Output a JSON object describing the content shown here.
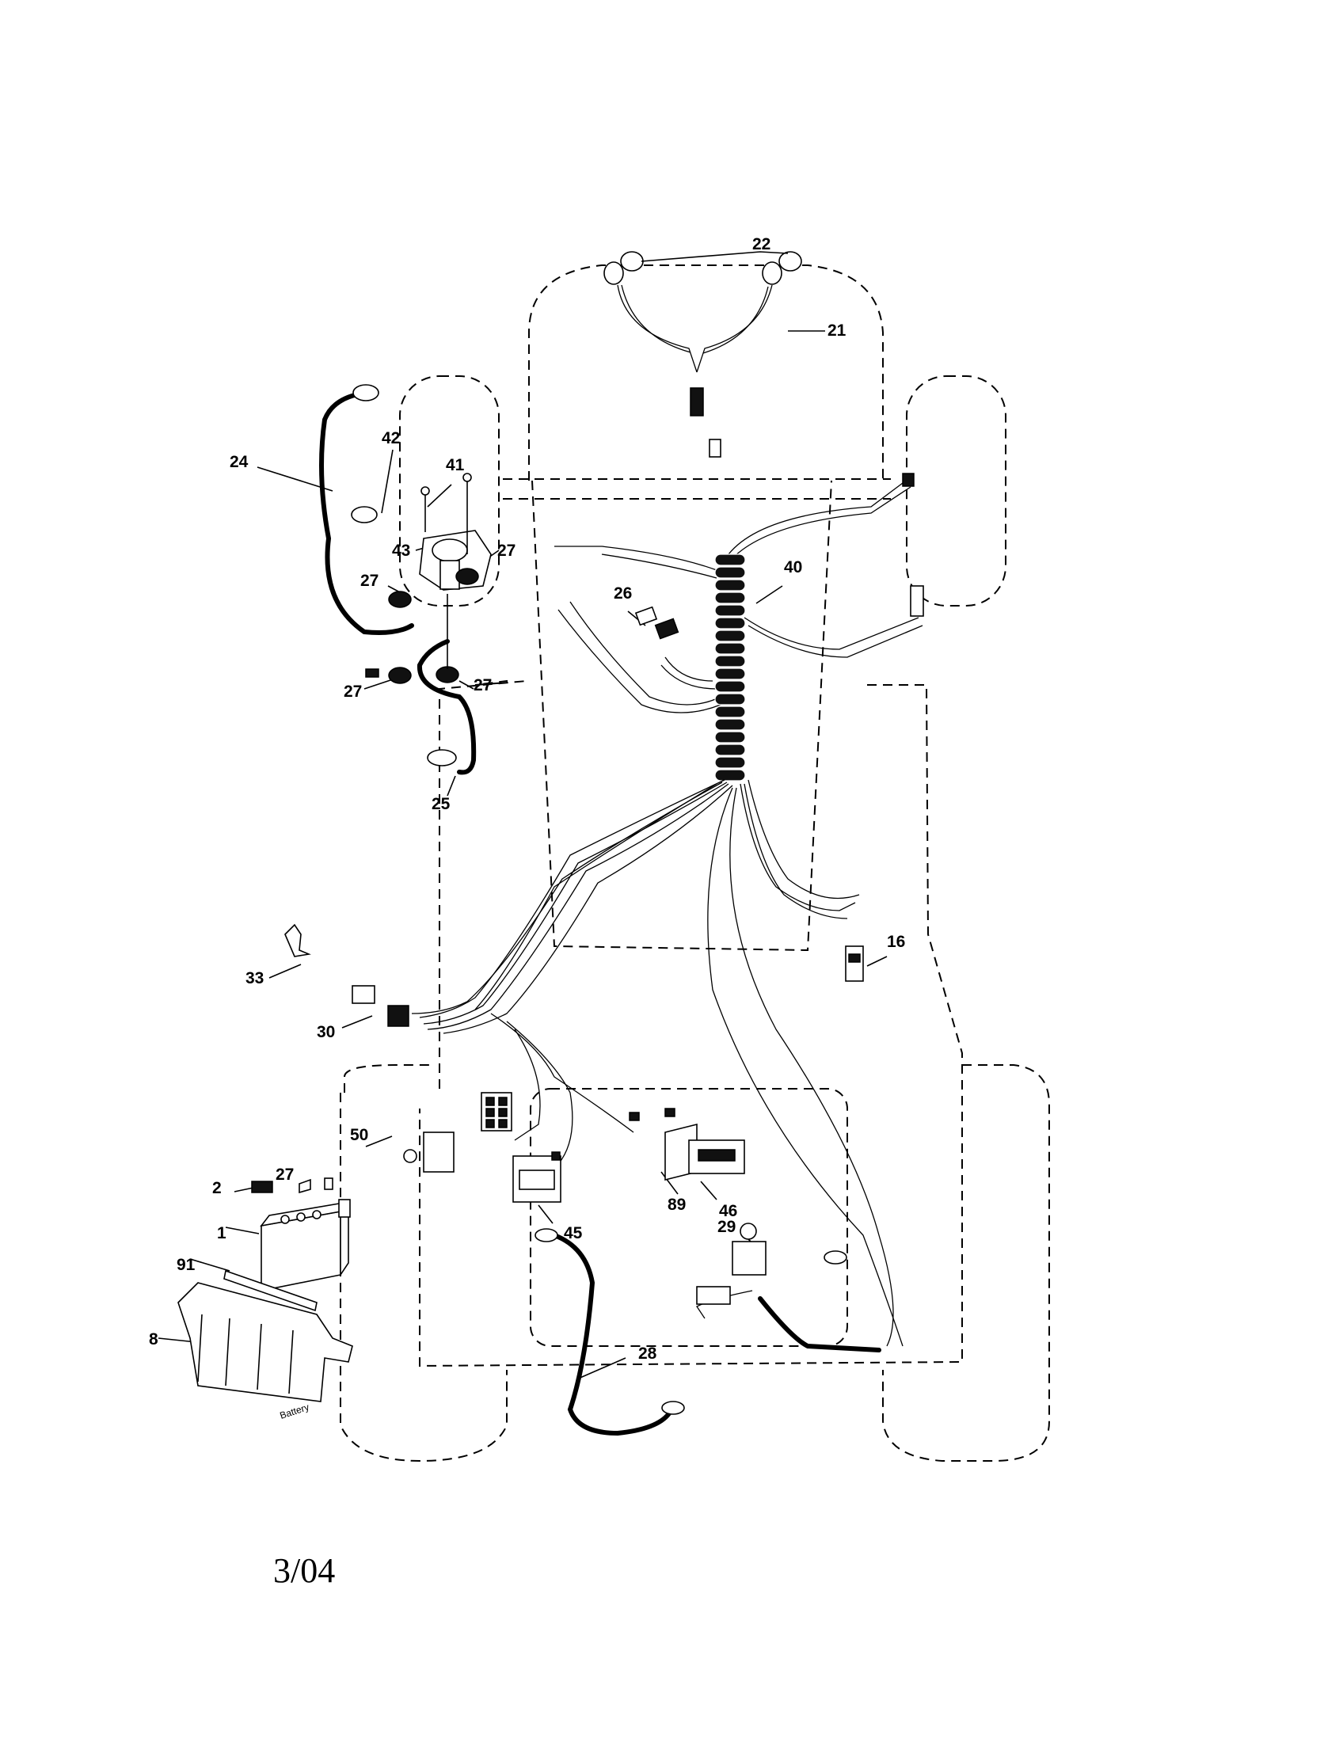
{
  "diagram": {
    "callouts": {
      "p22": "22",
      "p21": "21",
      "p24": "24",
      "p42": "42",
      "p41": "41",
      "p43": "43",
      "p27a": "27",
      "p27b": "27",
      "p27c": "27",
      "p27d": "27",
      "p40": "40",
      "p26": "26",
      "p25": "25",
      "p16": "16",
      "p33": "33",
      "p30": "30",
      "p50": "50",
      "p2": "2",
      "p27e": "27",
      "p1": "1",
      "p91": "91",
      "p8": "8",
      "p89": "89",
      "p46": "46",
      "p45": "45",
      "p29": "29",
      "p28": "28"
    },
    "battery_label": "Battery",
    "date_code": "3/04"
  }
}
